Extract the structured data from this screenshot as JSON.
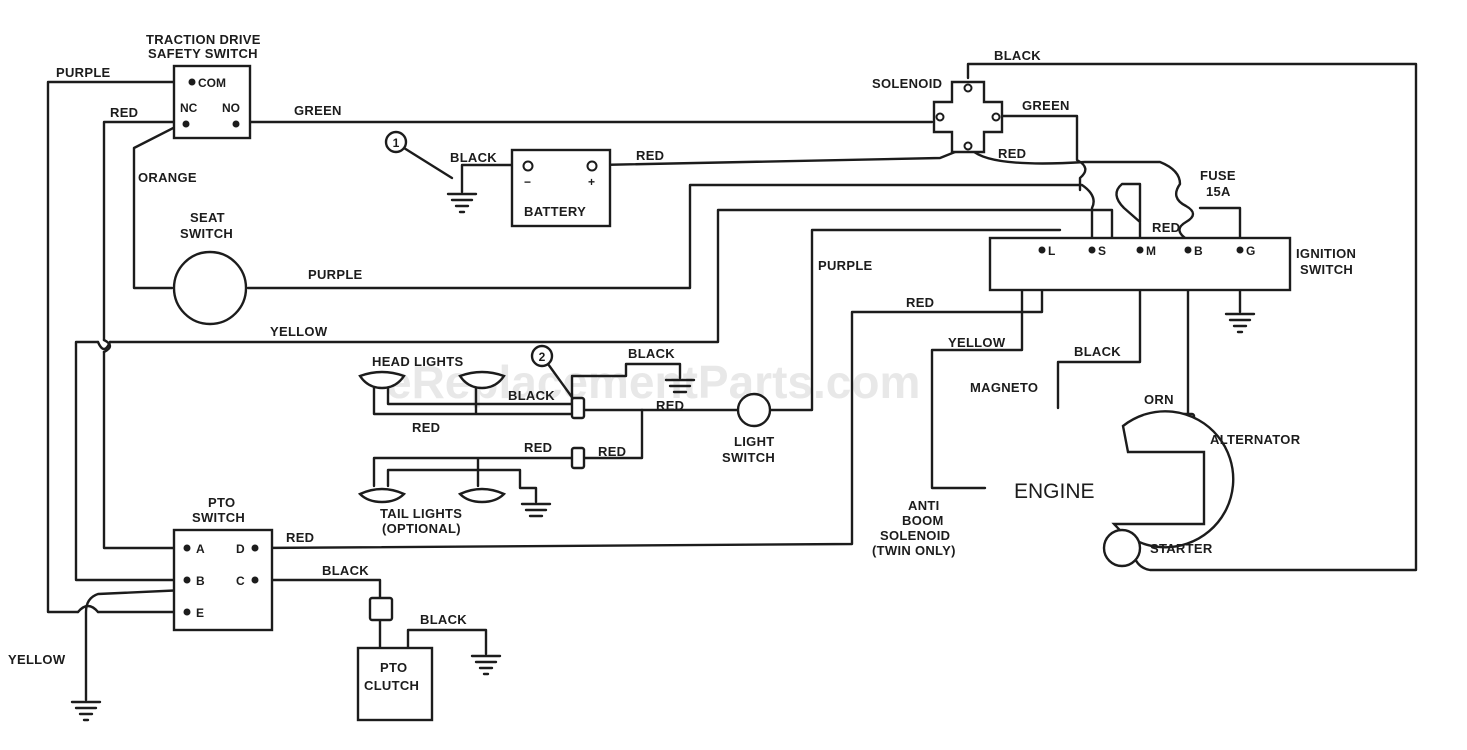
{
  "watermark": "eReplacementParts.com",
  "components": {
    "traction_switch": {
      "title_line1": "TRACTION DRIVE",
      "title_line2": "SAFETY SWITCH",
      "com": "COM",
      "nc": "NC",
      "no": "NO"
    },
    "seat_switch": {
      "line1": "SEAT",
      "line2": "SWITCH"
    },
    "battery": {
      "label": "BATTERY",
      "minus": "−",
      "plus": "+"
    },
    "solenoid": {
      "label": "SOLENOID"
    },
    "fuse": {
      "line1": "FUSE",
      "line2": "15A"
    },
    "ignition_switch": {
      "line1": "IGNITION",
      "line2": "SWITCH",
      "terminals": [
        "L",
        "S",
        "M",
        "B",
        "G"
      ]
    },
    "head_lights": {
      "label": "HEAD LIGHTS"
    },
    "tail_lights": {
      "line1": "TAIL LIGHTS",
      "line2": "(OPTIONAL)"
    },
    "light_switch": {
      "line1": "LIGHT",
      "line2": "SWITCH"
    },
    "pto_switch": {
      "line1": "PTO",
      "line2": "SWITCH",
      "terminals": [
        "A",
        "B",
        "E",
        "D",
        "C"
      ]
    },
    "pto_clutch": {
      "line1": "PTO",
      "line2": "CLUTCH"
    },
    "engine": {
      "label": "ENGINE"
    },
    "magneto": {
      "label": "MAGNETO"
    },
    "alternator": {
      "label": "ALTERNATOR"
    },
    "starter": {
      "label": "STARTER"
    },
    "anti_boom": {
      "line1": "ANTI",
      "line2": "BOOM",
      "line3": "SOLENOID",
      "line4": "(TWIN ONLY)"
    }
  },
  "callouts": [
    "1",
    "2"
  ],
  "wires": {
    "purple_top": "PURPLE",
    "red_nc": "RED",
    "green_top": "GREEN",
    "orange": "ORANGE",
    "black_ground1": "BLACK",
    "red_battery": "RED",
    "black_solenoid": "BLACK",
    "green_solenoid": "GREEN",
    "red_solenoid": "RED",
    "red_fuse": "RED",
    "purple_seat": "PURPLE",
    "purple_light": "PURPLE",
    "yellow_mid": "YELLOW",
    "red_ign": "RED",
    "yellow_magneto": "YELLOW",
    "black_magneto": "BLACK",
    "orn_alternator": "ORN",
    "black_headlight_gnd": "BLACK",
    "black_headlight": "BLACK",
    "red_light1": "RED",
    "red_headlights": "RED",
    "red_tail1": "RED",
    "red_tail2": "RED",
    "red_pto_d": "RED",
    "black_pto_c": "BLACK",
    "black_clutch": "BLACK",
    "yellow_bottom": "YELLOW"
  }
}
